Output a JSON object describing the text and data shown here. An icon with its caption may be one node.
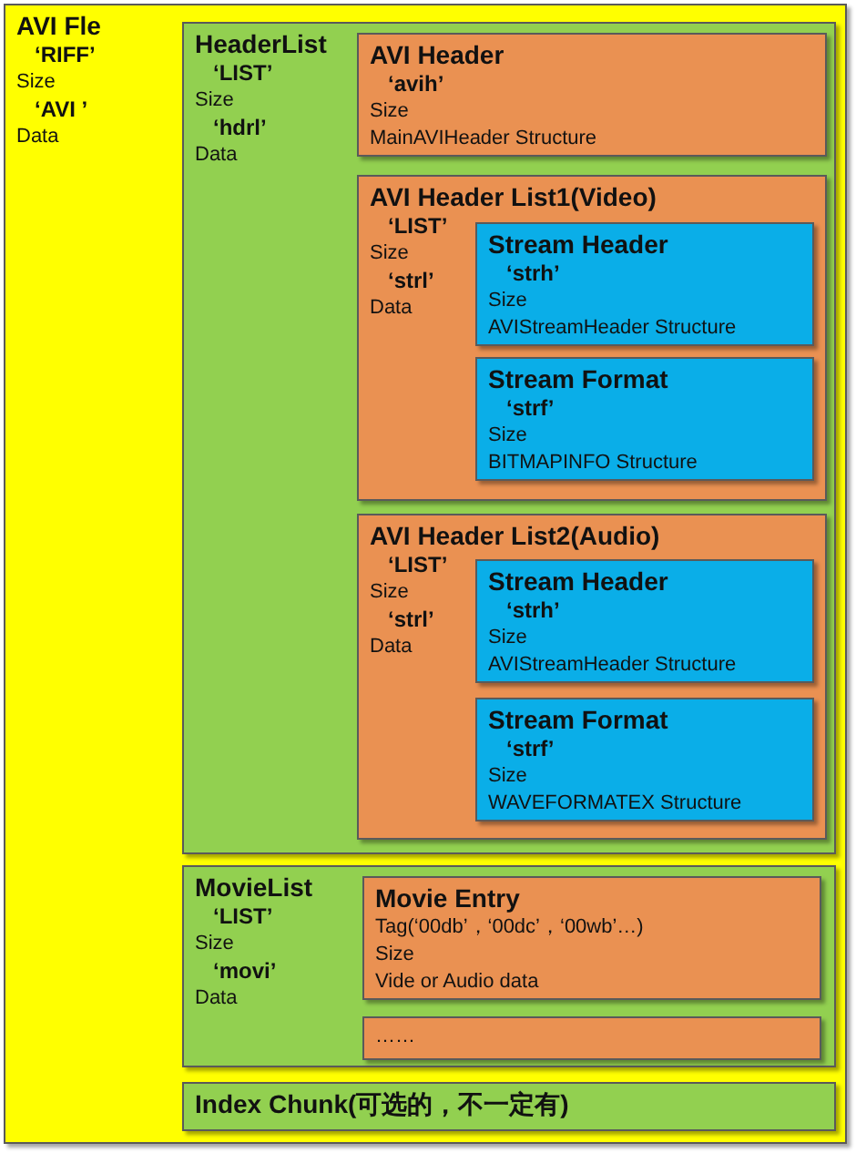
{
  "diagram": {
    "nodes": [
      {
        "text": [
          "AVI Fle",
          "‘RIFF’",
          "Size",
          "‘AVI ’",
          "Data"
        ]
      },
      {
        "text": [
          "HeaderList",
          "‘LIST’",
          "Size",
          "‘hdrl’",
          "Data"
        ],
        "in": 0
      },
      {
        "text": [
          "AVI Header",
          "‘avih’",
          "Size",
          "MainAVIHeader Structure"
        ],
        "in": 1
      },
      {
        "text": [
          "AVI Header List1(Video)",
          "‘LIST’",
          "Size",
          "‘strl’",
          "Data"
        ],
        "in": 1
      },
      {
        "text": [
          "Stream Header",
          "‘strh’",
          "Size",
          "AVIStreamHeader Structure"
        ],
        "in": 3
      },
      {
        "text": [
          "Stream Format",
          "‘strf’",
          "Size",
          "BITMAPINFO Structure"
        ],
        "in": 3
      },
      {
        "text": [
          "AVI Header List2(Audio)",
          "‘LIST’",
          "Size",
          "‘strl’",
          "Data"
        ],
        "in": 1
      },
      {
        "text": [
          "Stream Header",
          "‘strh’",
          "Size",
          "AVIStreamHeader Structure"
        ],
        "in": 6
      },
      {
        "text": [
          "Stream Format",
          "‘strf’",
          "Size",
          "WAVEFORMATEX Structure"
        ],
        "in": 6
      },
      {
        "text": [
          "MovieList",
          "‘LIST’",
          "Size",
          "‘movi’",
          "Data"
        ],
        "in": 0
      },
      {
        "text": [
          "Movie Entry",
          "Tag(‘00db’，‘00dc’，‘00wb’…)",
          "Size",
          "Vide or Audio data"
        ],
        "in": 9
      },
      {
        "text": [
          "……"
        ],
        "in": 9
      },
      {
        "text": [
          "Index Chunk(可选的，不一定有)"
        ],
        "in": 0
      }
    ]
  }
}
